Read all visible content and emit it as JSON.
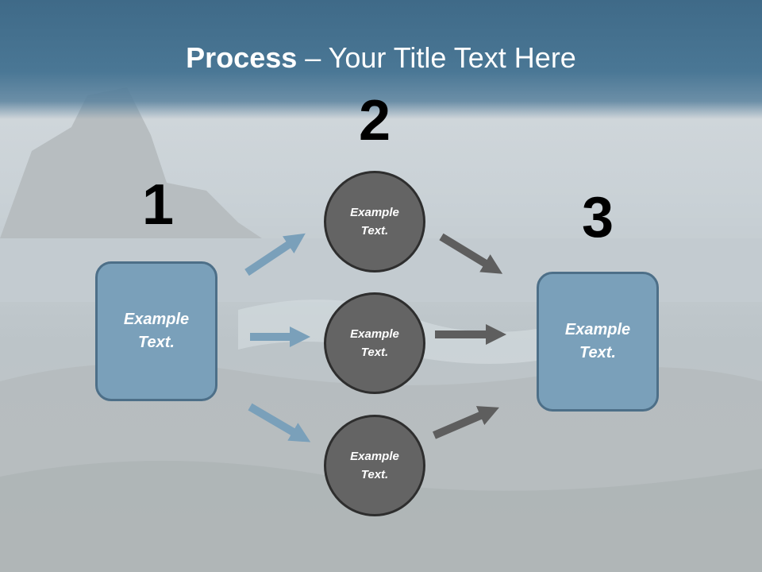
{
  "slide": {
    "title_bold": "Process",
    "title_rest": " – Your Title Text Here"
  },
  "steps": {
    "one": "1",
    "two": "2",
    "three": "3"
  },
  "boxes": {
    "left": "Example\nText.",
    "right": "Example\nText."
  },
  "circles": {
    "top": "Example\nText.",
    "middle": "Example\nText.",
    "bottom": "Example\nText."
  },
  "colors": {
    "title_bar": "#4a7795",
    "box_fill": "#7aa0ba",
    "circle_fill": "#646464",
    "blue_arrow": "#7aa0ba",
    "gray_arrow": "#5e5e5e"
  }
}
